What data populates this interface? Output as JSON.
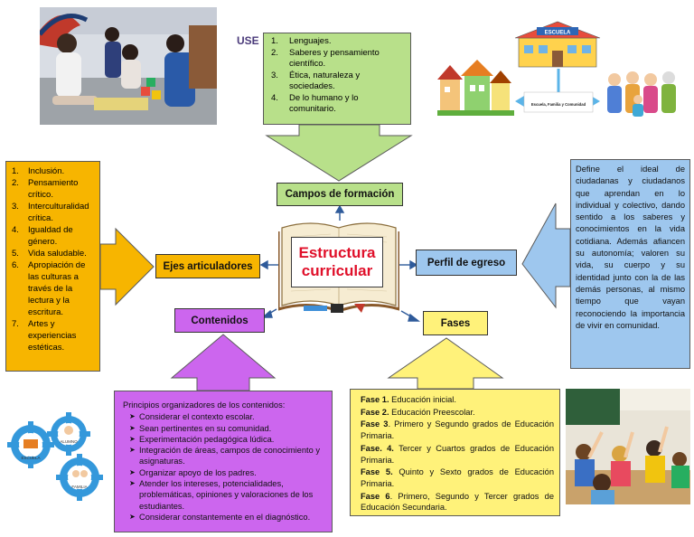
{
  "campos": {
    "label": "Campos de formación",
    "items": [
      {
        "num": "1.",
        "text": "Lenguajes."
      },
      {
        "num": "2.",
        "text": "Saberes y pensamiento científico."
      },
      {
        "num": "3.",
        "text": "Ética, naturaleza y sociedades."
      },
      {
        "num": "4.",
        "text": "De lo humano y lo comunitario."
      }
    ]
  },
  "ejes": {
    "label": "Ejes articuladores",
    "items": [
      {
        "num": "1.",
        "text": "Inclusión."
      },
      {
        "num": "2.",
        "text": "Pensamiento crítico."
      },
      {
        "num": "3.",
        "text": "Interculturalidad crítica."
      },
      {
        "num": "4.",
        "text": "Igualdad de género."
      },
      {
        "num": "5.",
        "text": "Vida saludable."
      },
      {
        "num": "6.",
        "text": "Apropiación de las culturas a través de la lectura y la escritura."
      },
      {
        "num": "7.",
        "text": "Artes y experiencias estéticas."
      }
    ]
  },
  "center": {
    "title_line1": "Estructura",
    "title_line2": "curricular"
  },
  "perfil": {
    "label": "Perfil de egreso",
    "text": "Define el ideal de ciudadanas y ciudadanos que aprendan en lo individual y colectivo, dando sentido a los saberes y conocimientos en la vida cotidiana. Además afiancen su autonomía; valoren su vida, su cuerpo y su identidad junto con la de las demás personas, al mismo tiempo que vayan reconociendo la importancia de vivir en comunidad."
  },
  "contenidos": {
    "label": "Contenidos",
    "intro": "Principios organizadores de los contenidos:",
    "items": [
      "Considerar el contexto escolar.",
      "Sean pertinentes en su comunidad.",
      "Experimentación pedagógica lúdica.",
      "Integración de áreas, campos de conocimiento y asignaturas.",
      "Organizar apoyo de los padres.",
      "Atender los intereses, potencialidades, problemáticas, opiniones y valoraciones de los estudiantes.",
      "Considerar constantemente en el diagnóstico."
    ]
  },
  "fases": {
    "label": "Fases",
    "items": [
      {
        "head": "Fase 1.",
        "text": "Educación inicial."
      },
      {
        "head": "Fase 2.",
        "text": "Educación Preescolar."
      },
      {
        "head": "Fase 3",
        "text": ". Primero y Segundo grados de Educación Primaria."
      },
      {
        "head": "Fase. 4.",
        "text": "Tercer y Cuartos grados de Educación Primaria."
      },
      {
        "head": "Fase 5.",
        "text": "Quinto y Sexto grados de Educación Primaria."
      },
      {
        "head": "Fase 6",
        "text": ". Primero, Segundo y Tercer grados de Educación Secundaria."
      }
    ]
  },
  "images": {
    "top_right": {
      "school_sign": "ESCUELA",
      "caption": "Escuela, Familia y Comunidad"
    },
    "bottom_left": {
      "gear1": "ALUMNO",
      "gear2": "ESCUELA",
      "gear3": "FAMILIA"
    },
    "top_left_logo": "USE"
  },
  "colors": {
    "green": "#b8e08a",
    "orange": "#f7b500",
    "blue": "#9ec7ee",
    "purple": "#cc66ee",
    "yellow": "#fff27a",
    "title_red": "#e0102a"
  }
}
